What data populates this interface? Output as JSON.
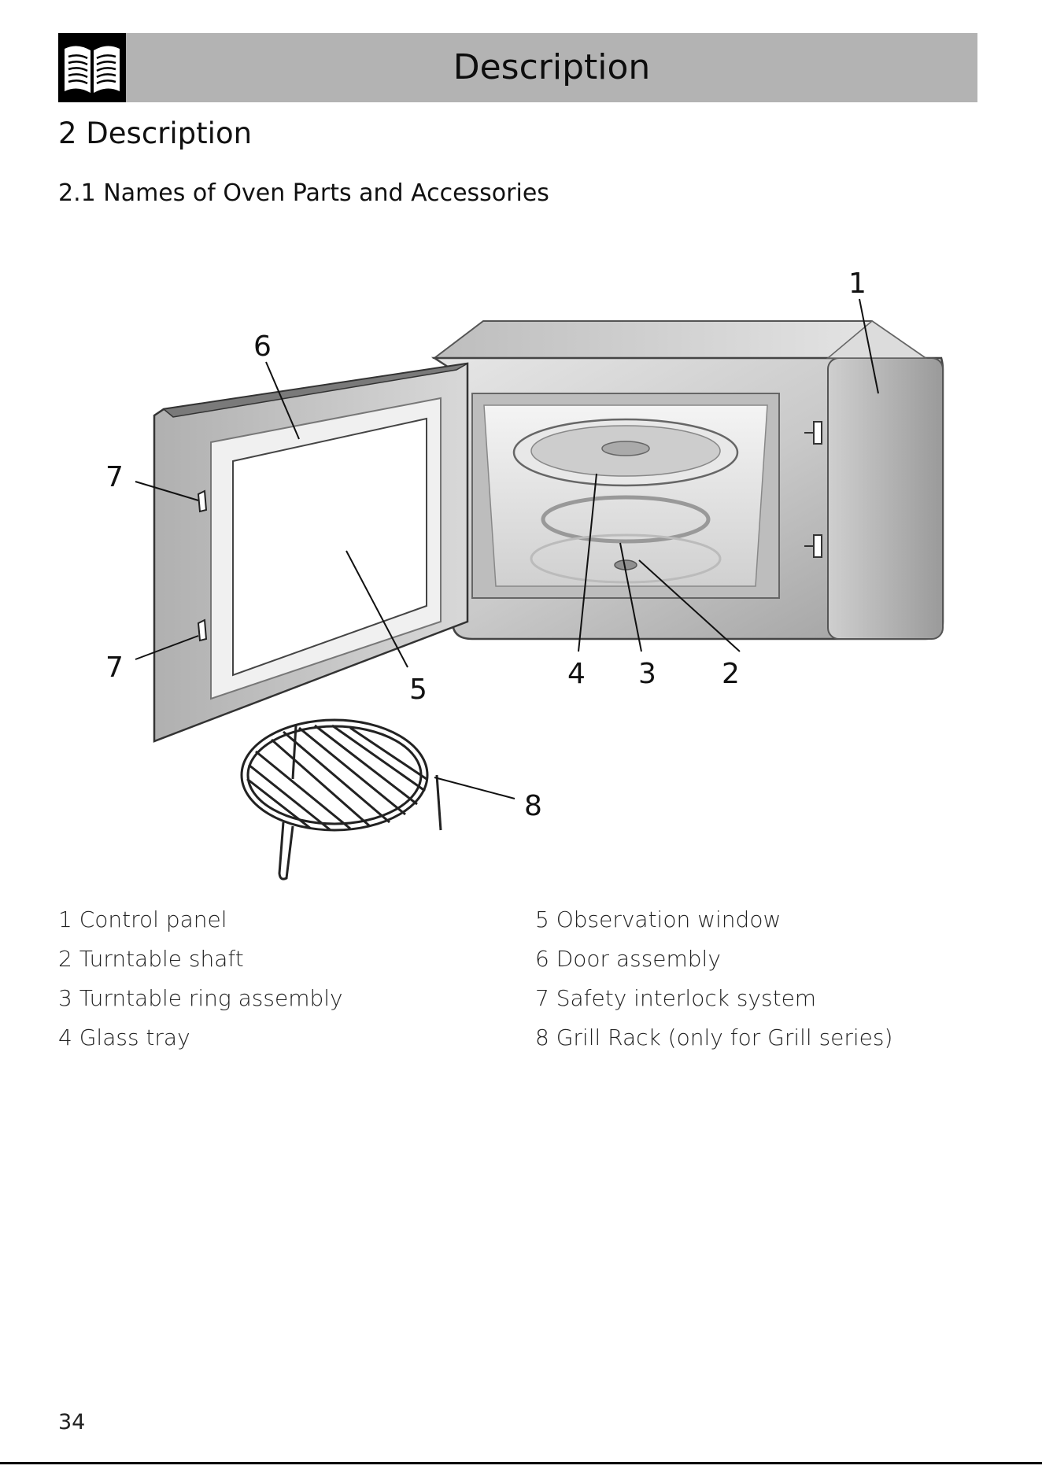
{
  "header": {
    "title": "Description",
    "icon": "book-icon"
  },
  "section": {
    "heading": "2 Description",
    "subheading": "2.1 Names of Oven Parts and Accessories"
  },
  "figure": {
    "callouts": [
      "1",
      "2",
      "3",
      "4",
      "5",
      "6",
      "7",
      "7",
      "8"
    ]
  },
  "legend": {
    "left": [
      "1 Control panel",
      "2 Turntable shaft",
      "3 Turntable ring assembly",
      "4 Glass tray"
    ],
    "right": [
      "5 Observation window",
      "6 Door assembly",
      "7 Safety interlock system",
      "8 Grill Rack (only for Grill series)"
    ]
  },
  "footer": {
    "page_number": "34"
  }
}
